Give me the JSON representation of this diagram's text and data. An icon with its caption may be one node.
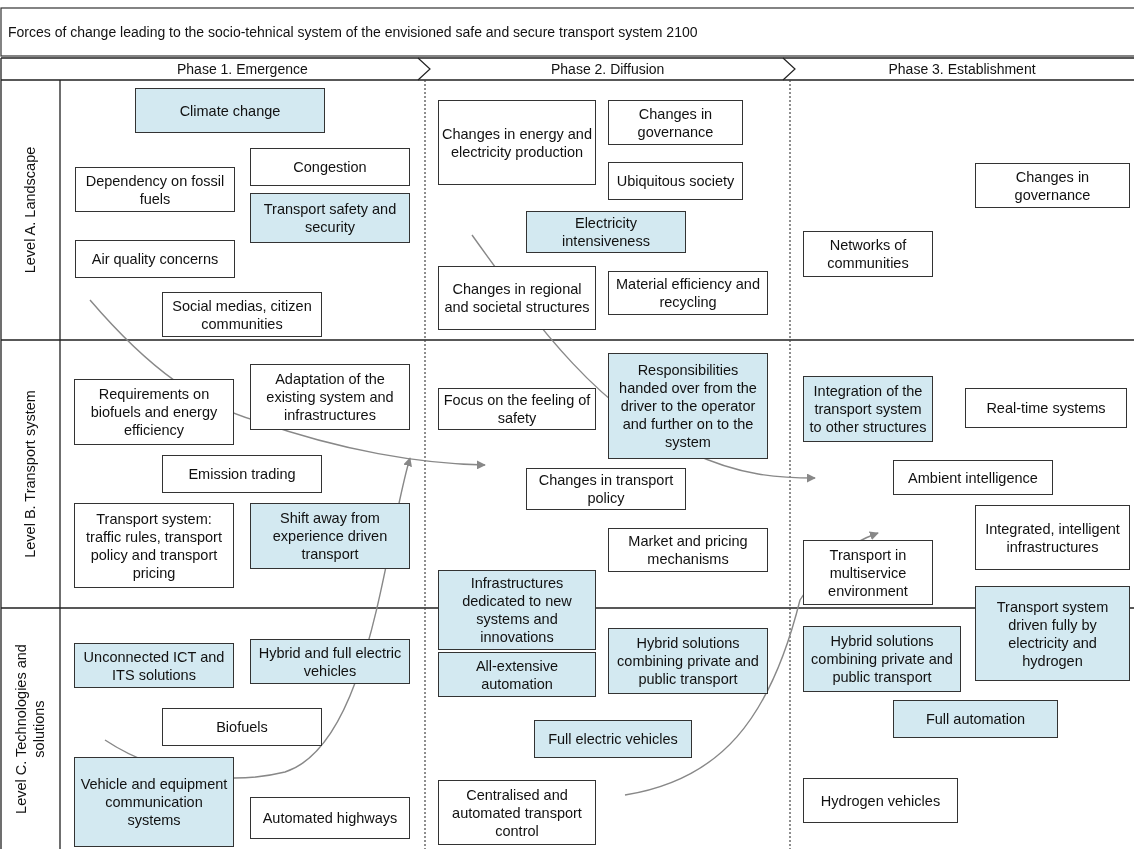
{
  "diagram": {
    "title": "Forces of change leading to the socio-tehnical system of the envisioned safe and secure transport system 2100",
    "nodes": [
      {
        "text": [
          "Climate change"
        ]
      },
      {
        "text": [
          "Congestion"
        ]
      },
      {
        "text": [
          "Dependency on fossil fuels"
        ]
      },
      {
        "text": [
          "Transport safety and security"
        ]
      },
      {
        "text": [
          "Air quality concerns"
        ]
      },
      {
        "text": [
          "Social medias, citizen communities"
        ]
      },
      {
        "text": [
          "Changes in energy and electricity production"
        ]
      },
      {
        "text": [
          "Changes in governance"
        ]
      },
      {
        "text": [
          "Ubiquitous society"
        ]
      },
      {
        "text": [
          "Electricity intensiveness"
        ]
      },
      {
        "text": [
          "Changes in regional and societal structures"
        ]
      },
      {
        "text": [
          "Material efficiency and recycling"
        ]
      },
      {
        "text": [
          "Changes in governance"
        ]
      },
      {
        "text": [
          "Networks of communities"
        ]
      },
      {
        "text": [
          "Requirements on biofuels and energy efficiency"
        ]
      },
      {
        "text": [
          "Adaptation of the existing system and infrastructures"
        ]
      },
      {
        "text": [
          "Focus on the feeling of safety"
        ]
      },
      {
        "text": [
          "Responsibilities handed over from the driver to the operator and further on to the system"
        ]
      },
      {
        "text": [
          "Integration of the transport system to other structures"
        ]
      },
      {
        "text": [
          "Real-time systems"
        ]
      },
      {
        "text": [
          "Emission trading"
        ]
      },
      {
        "text": [
          "Changes in transport policy"
        ]
      },
      {
        "text": [
          "Ambient intelligence"
        ]
      },
      {
        "text": [
          "Transport system: traffic rules, transport policy and transport pricing"
        ]
      },
      {
        "text": [
          "Shift away from experience driven transport"
        ]
      },
      {
        "text": [
          "Market and pricing mechanisms"
        ]
      },
      {
        "text": [
          "Integrated, intelligent infrastructures"
        ]
      },
      {
        "text": [
          "Transport in multiservice environment"
        ]
      },
      {
        "text": [
          "Infrastructures dedicated to new systems and innovations"
        ]
      },
      {
        "text": [
          "Transport system driven fully by electricity and hydrogen"
        ]
      },
      {
        "text": [
          "Unconnected ICT and ITS solutions"
        ]
      },
      {
        "text": [
          "Hybrid and full electric vehicles"
        ]
      },
      {
        "text": [
          "All-extensive automation"
        ]
      },
      {
        "text": [
          "Hybrid solutions combining private and public transport"
        ]
      },
      {
        "text": [
          "Hybrid solutions combining private and public transport"
        ]
      },
      {
        "text": [
          "Full automation"
        ]
      },
      {
        "text": [
          "Biofuels"
        ]
      },
      {
        "text": [
          "Full electric vehicles"
        ]
      },
      {
        "text": [
          "Vehicle and equipment communication systems"
        ]
      },
      {
        "text": [
          "Automated highways"
        ]
      },
      {
        "text": [
          "Centralised and automated transport control"
        ]
      },
      {
        "text": [
          "Hydrogen vehicles"
        ]
      }
    ],
    "labels": [
      "Phase 1. Emergence",
      "Phase 2. Diffusion",
      "Phase 3. Establishment",
      "Level A. Landscape",
      "Level B. Transport system",
      "Level C. Technologies and solutions"
    ]
  }
}
